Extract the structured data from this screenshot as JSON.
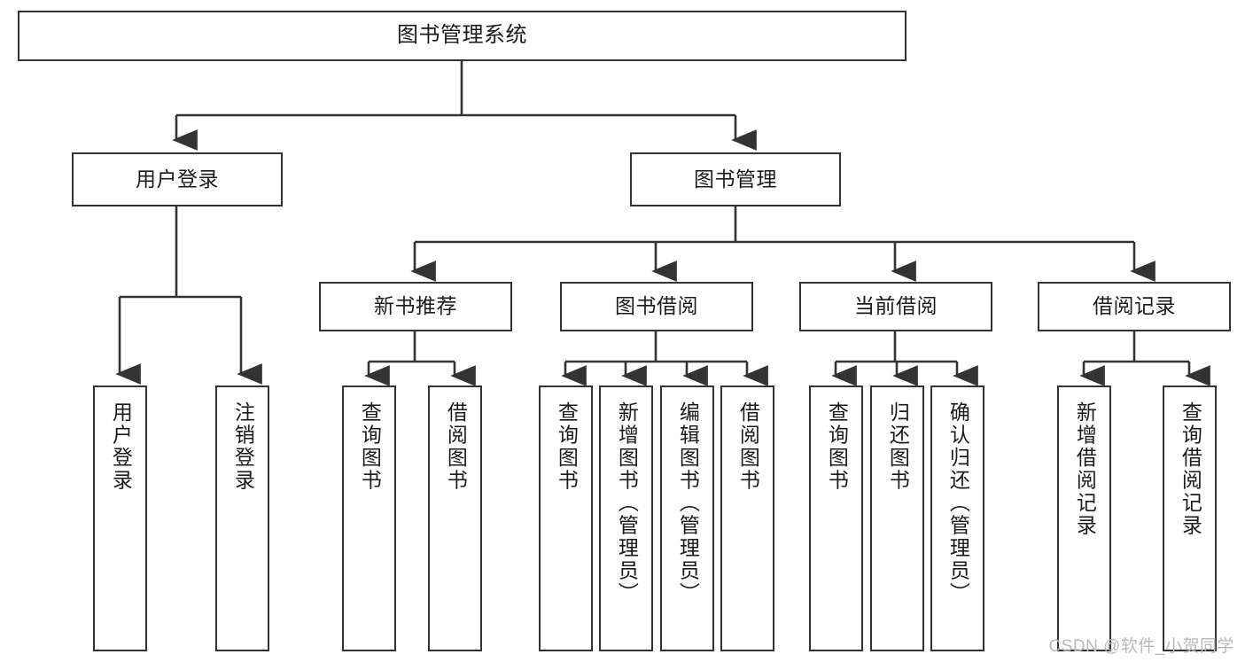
{
  "diagram": {
    "title": "图书管理系统",
    "watermark": "CSDN @软件_小贺同学",
    "colors": {
      "background": "#ffffff",
      "stroke": "#333333",
      "text": "#1b1b1b",
      "watermark": "#b9b9b9"
    },
    "root": {
      "label": "图书管理系统"
    },
    "level2": [
      {
        "label": "用户登录"
      },
      {
        "label": "图书管理"
      }
    ],
    "level3": [
      {
        "label": "新书推荐"
      },
      {
        "label": "图书借阅"
      },
      {
        "label": "当前借阅"
      },
      {
        "label": "借阅记录"
      }
    ],
    "leaves": {
      "user_login": [
        {
          "label": "用户登录"
        },
        {
          "label": "注销登录"
        }
      ],
      "new_book_recommend": [
        {
          "label": "查询图书"
        },
        {
          "label": "借阅图书"
        }
      ],
      "book_borrow": [
        {
          "label": "查询图书"
        },
        {
          "label": "新增图书（管理员）"
        },
        {
          "label": "编辑图书（管理员）"
        },
        {
          "label": "借阅图书"
        }
      ],
      "current_borrow": [
        {
          "label": "查询图书"
        },
        {
          "label": "归还图书"
        },
        {
          "label": "确认归还（管理员）"
        }
      ],
      "borrow_record": [
        {
          "label": "新增借阅记录"
        },
        {
          "label": "查询借阅记录"
        }
      ]
    }
  }
}
